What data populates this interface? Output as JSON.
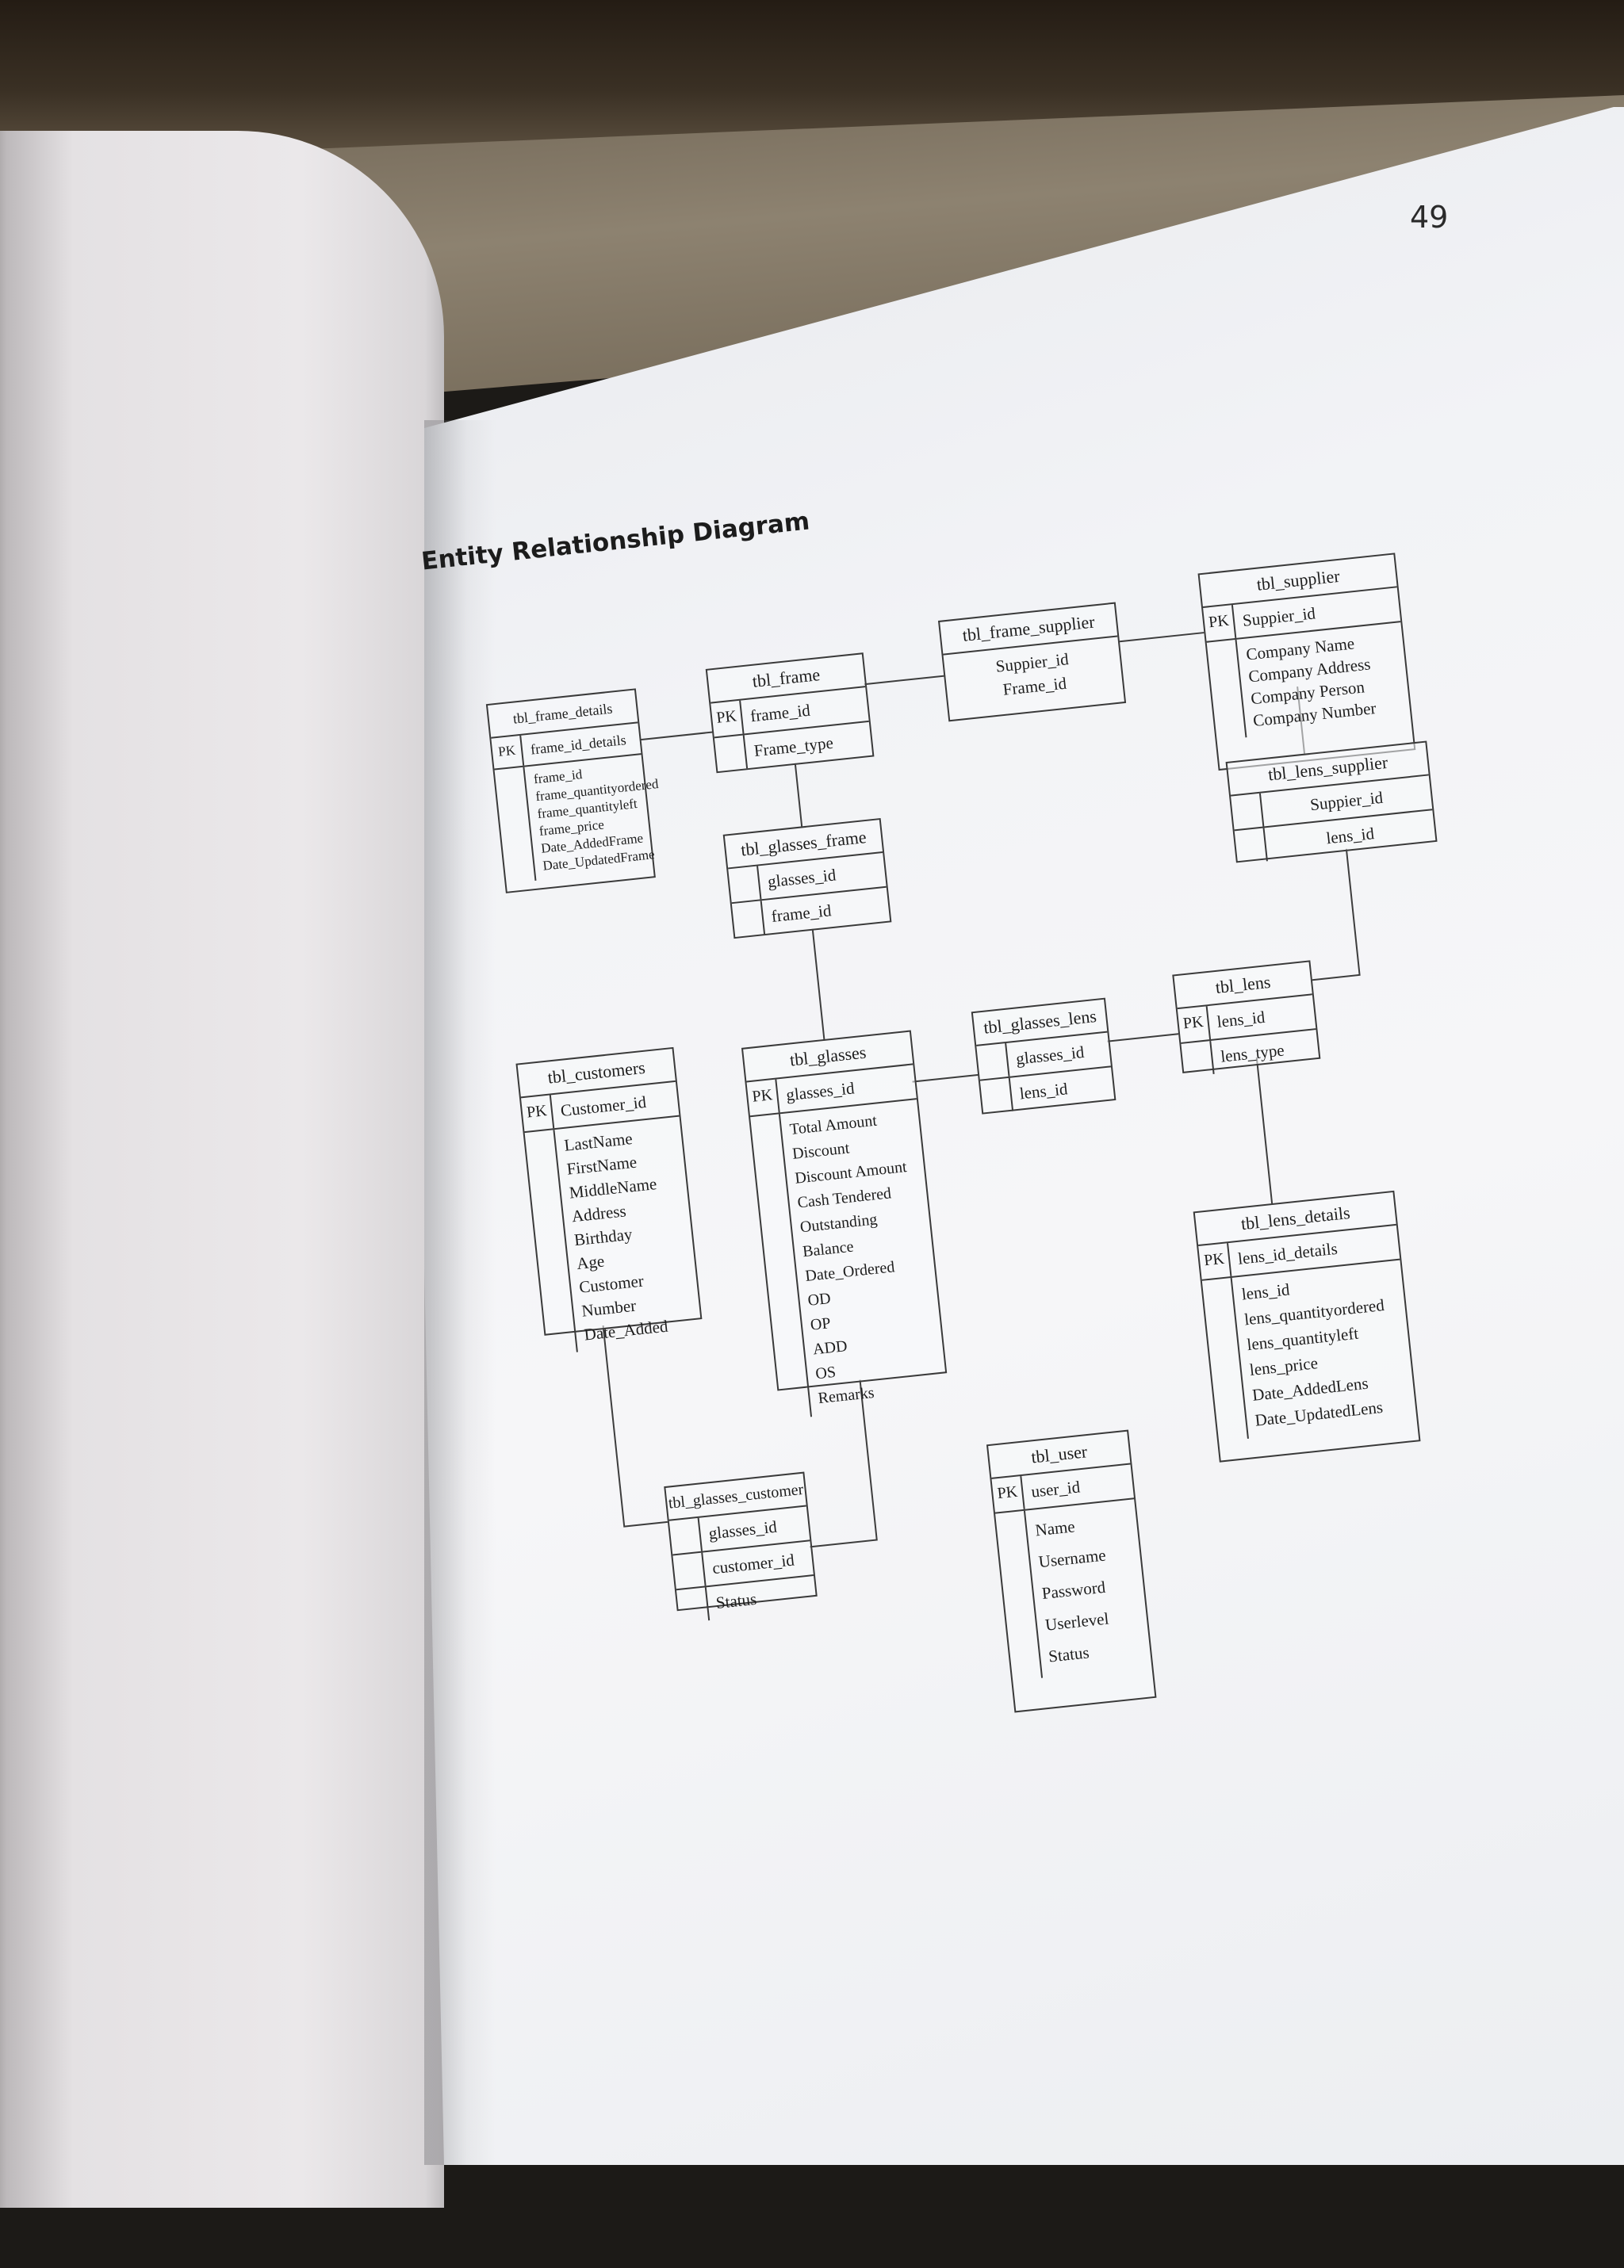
{
  "page": {
    "number": "49"
  },
  "diagram": {
    "title": "Entity Relationship Diagram",
    "entities": {
      "frame_details": {
        "name": "tbl_frame_details",
        "pk": "frame_id_details",
        "fields": [
          "frame_id",
          "frame_quantityordered",
          "frame_quantityleft",
          "frame_price",
          "Date_AddedFrame",
          "Date_UpdatedFrame"
        ]
      },
      "frame": {
        "name": "tbl_frame",
        "pk": "frame_id",
        "fields": [
          "Frame_type"
        ]
      },
      "frame_supplier": {
        "name": "tbl_frame_supplier",
        "fields": [
          "Suppier_id",
          "Frame_id"
        ]
      },
      "supplier": {
        "name": "tbl_supplier",
        "pk": "Suppier_id",
        "fields": [
          "Company Name",
          "Company Address",
          "Company Person",
          "Company Number"
        ]
      },
      "glasses_frame": {
        "name": "tbl_glasses_frame",
        "fields": [
          "glasses_id",
          "frame_id"
        ]
      },
      "lens_supplier": {
        "name": "tbl_lens_supplier",
        "fields": [
          "Suppier_id",
          "lens_id"
        ]
      },
      "customers": {
        "name": "tbl_customers",
        "pk": "Customer_id",
        "fields": [
          "LastName",
          "FirstName",
          "MiddleName",
          "Address",
          "Birthday",
          "Age",
          "Customer Number",
          "Date_Added"
        ]
      },
      "glasses": {
        "name": "tbl_glasses",
        "pk": "glasses_id",
        "fields": [
          "Total Amount",
          "Discount",
          "Discount Amount",
          "Cash Tendered",
          "Outstanding Balance",
          "Date_Ordered",
          "OD",
          "OP",
          "ADD",
          "OS",
          "Remarks"
        ]
      },
      "glasses_lens": {
        "name": "tbl_glasses_lens",
        "fields": [
          "glasses_id",
          "lens_id"
        ]
      },
      "lens": {
        "name": "tbl_lens",
        "pk": "lens_id",
        "fields": [
          "lens_type"
        ]
      },
      "lens_details": {
        "name": "tbl_lens_details",
        "pk": "lens_id_details",
        "fields": [
          "lens_id",
          "lens_quantityordered",
          "lens_quantityleft",
          "lens_price",
          "Date_AddedLens",
          "Date_UpdatedLens"
        ]
      },
      "glasses_customer": {
        "name": "tbl_glasses_customer",
        "fields": [
          "glasses_id",
          "customer_id",
          "Status"
        ]
      },
      "user": {
        "name": "tbl_user",
        "pk": "user_id",
        "fields": [
          "Name",
          "Username",
          "Password",
          "Userlevel",
          "Status"
        ]
      }
    },
    "pk_label": "PK"
  }
}
